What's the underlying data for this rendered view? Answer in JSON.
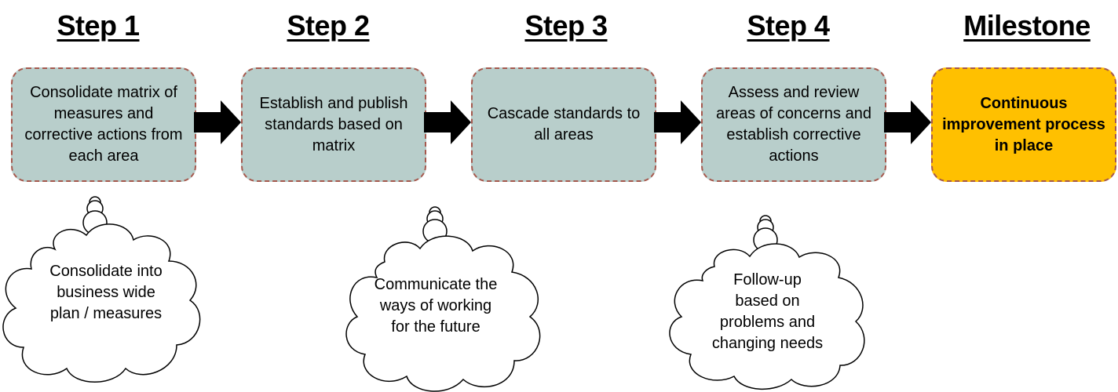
{
  "steps": [
    {
      "heading": "Step 1",
      "text": "Consolidate matrix of measures and corrective actions from each area"
    },
    {
      "heading": "Step 2",
      "text": "Establish and publish standards based on matrix"
    },
    {
      "heading": "Step 3",
      "text": "Cascade standards to all areas"
    },
    {
      "heading": "Step 4",
      "text": "Assess and review areas of concerns and establish corrective actions"
    }
  ],
  "milestone": {
    "heading": "Milestone",
    "text": "Continuous improvement process in place"
  },
  "clouds": [
    {
      "text": "Consolidate into business wide plan / measures"
    },
    {
      "text": "Communicate the ways of working for the future"
    },
    {
      "text": "Follow-up based on problems and changing needs"
    }
  ],
  "colors": {
    "step_fill": "#b8cecb",
    "milestone_fill": "#ffc000",
    "border": "#a5584d",
    "arrow": "#000000"
  }
}
